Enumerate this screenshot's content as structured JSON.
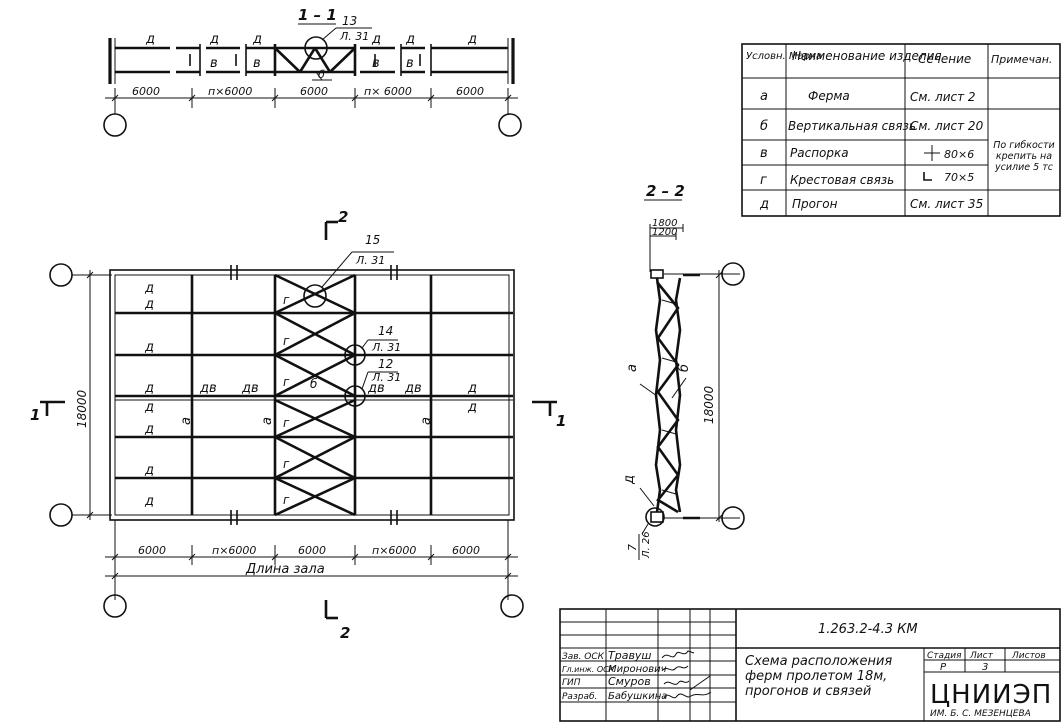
{
  "section_1_1": {
    "title": "1 – 1",
    "callout_num": "13",
    "callout_sheet": "Л. 31",
    "labels": {
      "d": "д",
      "v": "в",
      "b": "б"
    },
    "dims": [
      "6000",
      "п×6000",
      "6000",
      "п× 6000",
      "6000"
    ]
  },
  "plan": {
    "section_mark_top": "2",
    "section_mark_bottom": "2",
    "section_mark_left": "1",
    "section_mark_right": "1",
    "height_dim": "18000",
    "dims": [
      "6000",
      "п×6000",
      "6000",
      "п×6000",
      "6000"
    ],
    "hall_length": "Длина зала",
    "callouts": [
      {
        "num": "15",
        "sheet": "Л. 31"
      },
      {
        "num": "14",
        "sheet": "Л. 31"
      },
      {
        "num": "12",
        "sheet": "Л. 31"
      }
    ],
    "labels": {
      "d": "д",
      "dv": "дв",
      "a": "а",
      "g": "г",
      "b": "б"
    }
  },
  "section_2_2": {
    "title": "2 – 2",
    "dim_top_1": "1800",
    "dim_top_2": "1200",
    "height_dim": "18000",
    "callout_num": "7",
    "callout_sheet": "Л. 26",
    "labels": {
      "a": "а",
      "b": "б",
      "d": "д"
    }
  },
  "legend": {
    "headers": [
      "Условн. Марка",
      "Наименование изделия",
      "Сечение",
      "Примечан."
    ],
    "rows": [
      {
        "mark": "а",
        "name": "Ферма",
        "section": "См. лист 2",
        "note": ""
      },
      {
        "mark": "б",
        "name": "Вертикальная связь",
        "section": "См. лист 20",
        "note": ""
      },
      {
        "mark": "в",
        "name": "Распорка",
        "section": "80×6",
        "note": "По гибкости крепить на усилие 5 тс"
      },
      {
        "mark": "г",
        "name": "Крестовая связь",
        "section": "70×5",
        "note": ""
      },
      {
        "mark": "д",
        "name": "Прогон",
        "section": "См. лист 35",
        "note": ""
      }
    ]
  },
  "title_block": {
    "code": "1.263.2-4.3 КМ",
    "title_line1": "Схема расположения",
    "title_line2": "ферм пролетом 18м,",
    "title_line3": "прогонов и связей",
    "staff": [
      {
        "role": "Зав. ОСК",
        "name": "Травуш"
      },
      {
        "role": "Гл.инж. ОСК",
        "name": "Миронович"
      },
      {
        "role": "ГИП",
        "name": "Смуров"
      },
      {
        "role": "Разраб.",
        "name": "Бабушкина"
      }
    ],
    "stage_label": "Стадия",
    "sheet_label": "Лист",
    "sheets_label": "Листов",
    "stage": "Р",
    "sheet": "3",
    "org": "ЦНИИЭП",
    "org_sub": "ИМ. Б. С. МЕЗЕНЦЕВА"
  }
}
